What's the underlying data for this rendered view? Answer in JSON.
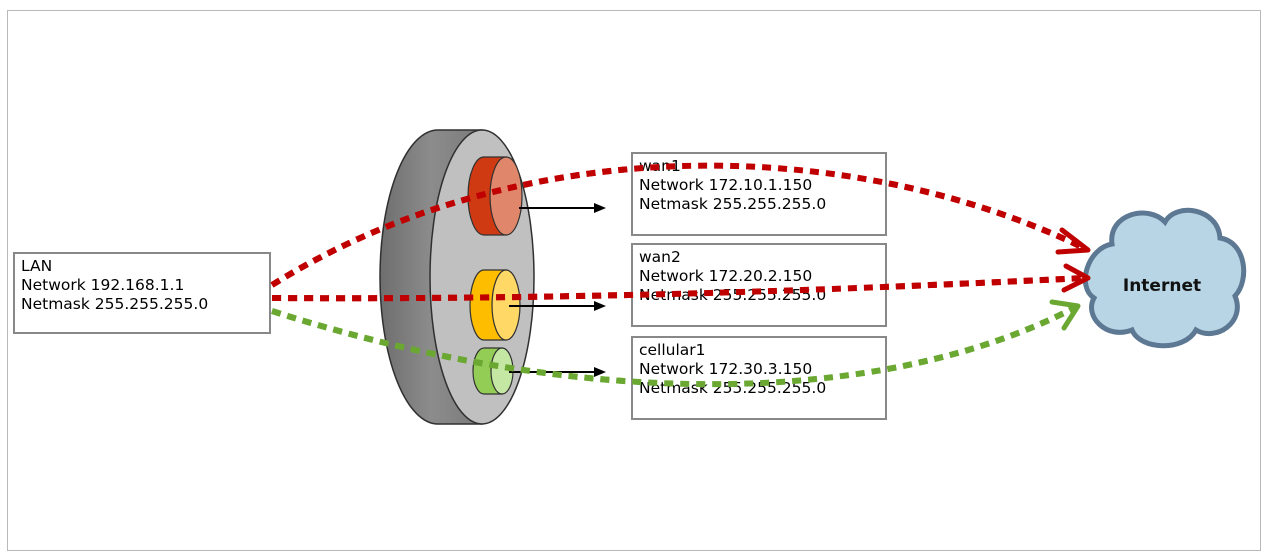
{
  "boxes": {
    "lan": {
      "title": "LAN",
      "network": "Network 192.168.1.1",
      "netmask": "Netmask 255.255.255.0"
    },
    "wan1": {
      "title": "wan1",
      "network": "Network 172.10.1.150",
      "netmask": "Netmask 255.255.255.0"
    },
    "wan2": {
      "title": "wan2",
      "network": "Network 172.20.2.150",
      "netmask": "Netmask 255.255.255.0"
    },
    "cellular1": {
      "title": "cellular1",
      "network": "Network 172.30.3.150",
      "netmask": "Netmask 255.255.255.0"
    }
  },
  "cloud": {
    "label": "Internet"
  },
  "colors": {
    "route_wan": "#c00000",
    "route_cellular": "#6aa832",
    "port_wan1": "#cf3a12",
    "port_wan2": "#ffbd00",
    "port_cellular1": "#94cd55",
    "cloud_fill": "#b7d5e4",
    "cloud_stroke": "#5d7893",
    "router_body": "#858585"
  }
}
